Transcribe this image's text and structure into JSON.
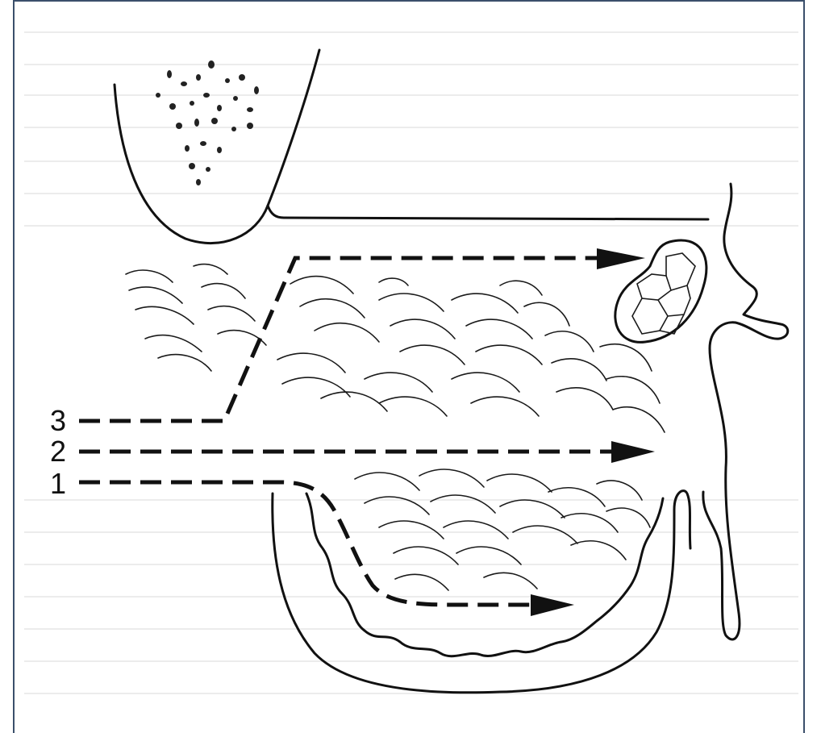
{
  "labels": {
    "route_1": "1",
    "route_2": "2",
    "route_3": "3"
  },
  "colors": {
    "ink": "#111111",
    "frame": "#3b4f6b",
    "background": "#ffffff"
  }
}
